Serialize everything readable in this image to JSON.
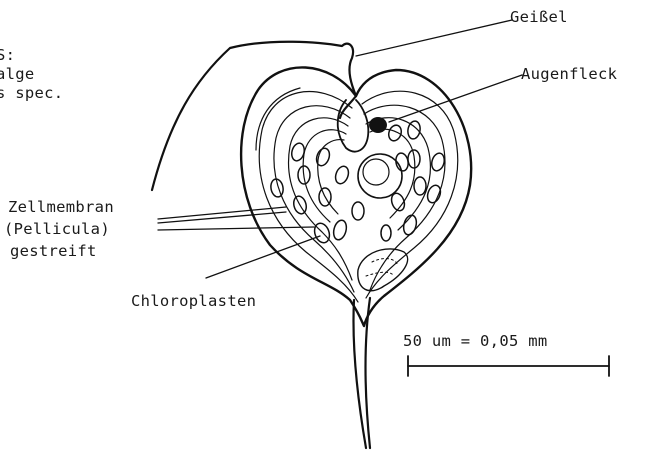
{
  "title_fragment": {
    "line1": "S:",
    "line2": "alge",
    "line3": "s spec."
  },
  "labels": {
    "flagellum": "Geißel",
    "eyespot": "Augenfleck",
    "membrane_line1": "Zellmembran",
    "membrane_line2": "(Pellicula)",
    "membrane_line3": "gestreift",
    "chloroplasts": "Chloroplasten"
  },
  "scale_bar": {
    "label": "50 um = 0,05 mm"
  }
}
